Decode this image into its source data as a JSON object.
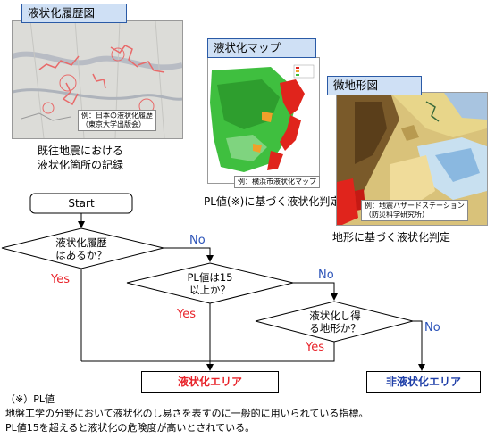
{
  "panels": {
    "history": {
      "title": "液状化履歴図",
      "caption_line1": "例：日本の液状化履歴",
      "caption_line2": "（東京大学出版会）",
      "description_line1": "既往地震における",
      "description_line2": "液状化箇所の記録"
    },
    "map": {
      "title": "液状化マップ",
      "caption": "例：横浜市液状化マップ",
      "description": "PL値(※)に基づく液状化判定"
    },
    "landform": {
      "title": "微地形図",
      "caption_line1": "例：地震ハザードステーション",
      "caption_line2": "（防災科学研究所）",
      "description": "地形に基づく液状化判定"
    }
  },
  "flowchart": {
    "start": "Start",
    "q1_line1": "液状化履歴",
    "q1_line2": "はあるか？",
    "q2_line1": "PL値は15",
    "q2_line2": "以上か？",
    "q3_line1": "液状化し得",
    "q3_line2": "る地形か？",
    "yes": "Yes",
    "no": "No",
    "result_liquefaction": "液状化エリア",
    "result_non_liquefaction": "非液状化エリア"
  },
  "note": {
    "title": "（※）PL値",
    "line1": "地盤工学の分野において液状化のし易さを表すのに一般的に用いられている指標。",
    "line2": "PL値15を超えると液状化の危険度が高いとされている。"
  },
  "colors": {
    "label_fill": "#cfe0f5",
    "yes_red": "#e8242b",
    "no_blue": "#2a52b8",
    "result_red": "#e8242b",
    "result_blue": "#1f3fa8"
  }
}
